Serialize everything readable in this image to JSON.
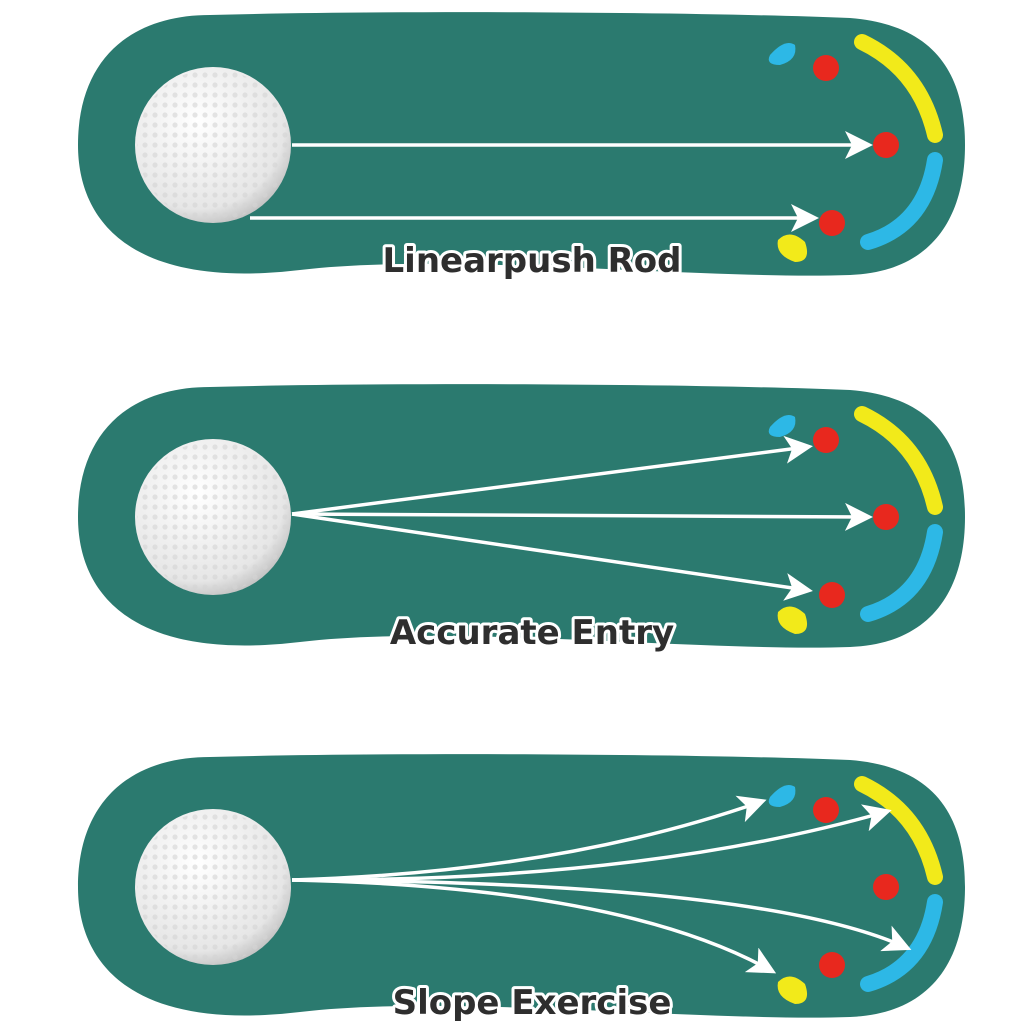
{
  "panels": [
    {
      "title": "Linearpush Rod",
      "mode": "straight"
    },
    {
      "title": "Accurate Entry",
      "mode": "angled"
    },
    {
      "title": "Slope Exercise",
      "mode": "curved"
    }
  ],
  "colors": {
    "mat": "#2b7a6f",
    "red": "#e8281e",
    "yellow": "#f2ea1a",
    "blue": "#2db8e6",
    "ball": "#f4f4f4"
  }
}
